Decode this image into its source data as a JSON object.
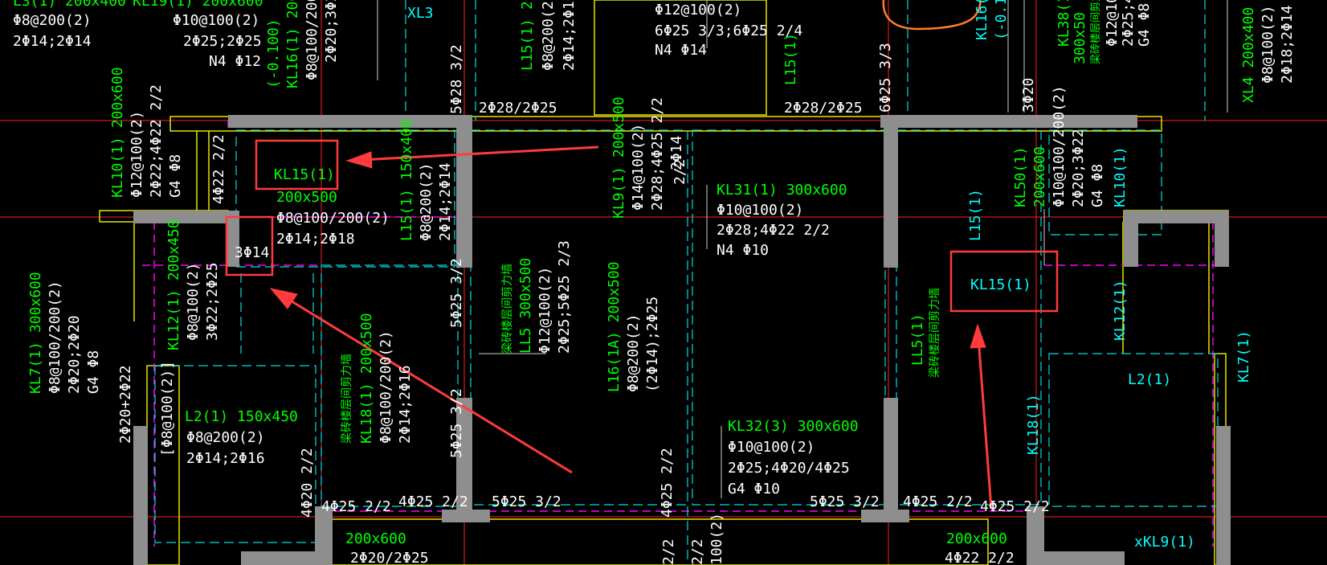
{
  "colors": {
    "background": "#000000",
    "white": "#ffffff",
    "green": "#00ff00",
    "cyan": "#00ffff",
    "yellow": "#ffff00",
    "magenta": "#ff00ff",
    "red": "#ff3b3b",
    "column": "#9a9a9a",
    "orange": "#ff7f27"
  },
  "labels": {
    "t1": "L3(1) 200x400",
    "t2": "Φ8@200(2)",
    "t3": "2Φ14;2Φ14",
    "t4": "KL19(1) 200x600",
    "t5": "Φ10@100(2)",
    "t6": "2Φ25;2Φ25",
    "t7": "N4 Φ12",
    "t8": "XL3",
    "t9": "L15(1) 200x",
    "t10": "Φ8@200(2)",
    "t11": "2Φ14;2Φ16",
    "t12": "Φ12@100(2)",
    "t13": "6Φ25 3/3;6Φ25 2/4",
    "t14": "N4 Φ14",
    "t15": "L15(1)",
    "t16": "6Φ25 3/3",
    "t17": "KL16(1)",
    "t18": "(-0.100)",
    "t19": "KL38(1)",
    "t20": "300x50",
    "t21": "梁砖楼层间剪力墙",
    "t22": "Φ12@10",
    "t23": "2Φ25;4",
    "t24": "G4 Φ8",
    "t25": "XL4 200x400",
    "t26": "Φ8@100(2)",
    "t27": "2Φ18;2Φ14",
    "t28": "(-0.100)",
    "t29": "KL16(1) 200x4",
    "t30": "Φ8@100/200(",
    "t31": "2Φ20;3Φ22",
    "t32": "5Φ28 3/2",
    "t33": "2Φ28/2Φ25",
    "t34": "2Φ28/2Φ25",
    "t35": "3Φ20",
    "t36": "KL10(1) 200x600",
    "t37": "Φ12@100(2)",
    "t38": "2Φ22;4Φ22 2/2",
    "t39": "G4 Φ8",
    "t40": "4Φ22 2/2",
    "t41": "KL15(1)",
    "t42": "200x500",
    "t43": "Φ8@100/200(2)",
    "t44": "2Φ14;2Φ18",
    "t45": "3Φ14",
    "t46": "L15(1) 150x400",
    "t47": "Φ8@200(2)",
    "t48": "2Φ14;2Φ14",
    "t49": "KL9(1) 200x500",
    "t50": "Φ14@100(2)",
    "t51": "2Φ28;4Φ25 2/2",
    "t52": "2Φ14",
    "t53": "KL31(1) 300x600",
    "t54": "Φ10@100(2)",
    "t55": "2Φ28;4Φ22 2/2",
    "t56": "N4 Φ10",
    "t57": "KL50(1)",
    "t58": "200x600",
    "t59": "Φ10@100/200(2)",
    "t60": "2Φ20;3Φ22",
    "t61": "G4 Φ8",
    "t62": "KL10(1)",
    "t63": "L15(1)",
    "t64": "KL15(1)",
    "t65": "KL12(1)",
    "t66": "KL12(1) 200x450",
    "t67": "Φ8@100(2)",
    "t68": "3Φ22;2Φ25",
    "t69": "KL7(1) 300x600",
    "t70": "Φ8@100/200(2)",
    "t71": "2Φ20;2Φ20",
    "t72": "G4 Φ8",
    "t73": "2Φ20+2Φ22",
    "t74": "5Φ25 3/2",
    "t75": "梁砖楼层间剪力墙",
    "t76": "LL5 300x500",
    "t77": "Φ12@100(2)",
    "t78": "2Φ25;5Φ25 2/3",
    "t79": "L16(1A) 200x500",
    "t80": "Φ8@200(2)",
    "t81": "(2Φ14);2Φ25",
    "t82": "LL5(1)",
    "t83": "梁砖楼层间剪力墙",
    "t84": "L2(1)",
    "t85": "KL7(1)",
    "t86": "[Φ8@100(2)]",
    "t87": "L2(1) 150x450",
    "t88": "Φ8@200(2)",
    "t89": "2Φ14;2Φ16",
    "t90": "梁砖楼层间剪力墙",
    "t91": "KL18(1) 200x500",
    "t92": "Φ8@100/200(2)",
    "t93": "2Φ14;2Φ16",
    "t94": "5Φ25 3/2",
    "t95": "KL32(3) 300x600",
    "t96": "Φ10@100(2)",
    "t97": "2Φ25;4Φ20/4Φ25",
    "t98": "G4 Φ10",
    "t99": "KL18(1)",
    "t100": "4Φ20 2/2",
    "t101": "4Φ25 2/2",
    "t102": "4Φ25 2/2",
    "t103": "5Φ25 3/2",
    "t104": "4Φ25 2/2",
    "t105": "5Φ25 3/2",
    "t106": "4Φ25 2/2",
    "t107": "4Φ25 2/2",
    "t108": "200x600",
    "t109": "2Φ20/2Φ25",
    "t110": "200x600",
    "t111": "4Φ22 2/2",
    "t112": "xKL9(1)",
    "t113": "2/2",
    "t114": "2/2",
    "t115": "100(2)",
    "t116": "2/2"
  }
}
